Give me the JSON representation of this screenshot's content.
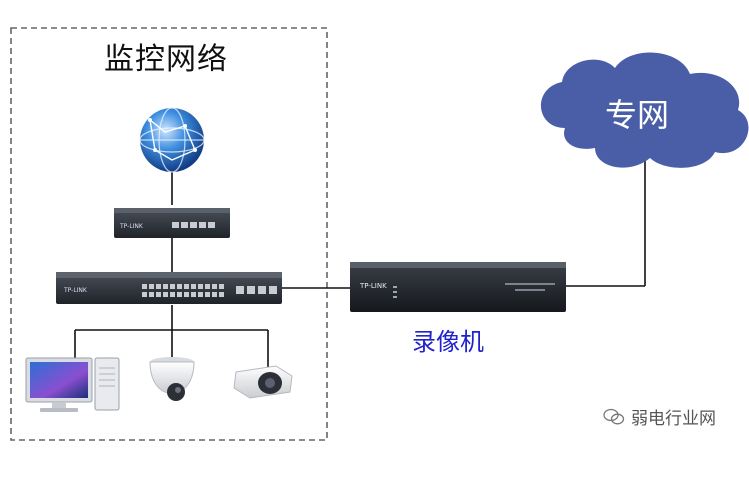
{
  "region": {
    "title": "监控网络"
  },
  "cloud": {
    "label": "专网"
  },
  "recorder": {
    "label": "录像机",
    "brand": "TP-LINK"
  },
  "router": {
    "brand": "TP-LINK"
  },
  "switch": {
    "brand": "TP-LINK"
  },
  "watermark": {
    "text": "弱电行业网"
  },
  "colors": {
    "cloud": "#4a5ea8",
    "label_blue": "#2222cc",
    "device_dark": "#2b2f36"
  }
}
